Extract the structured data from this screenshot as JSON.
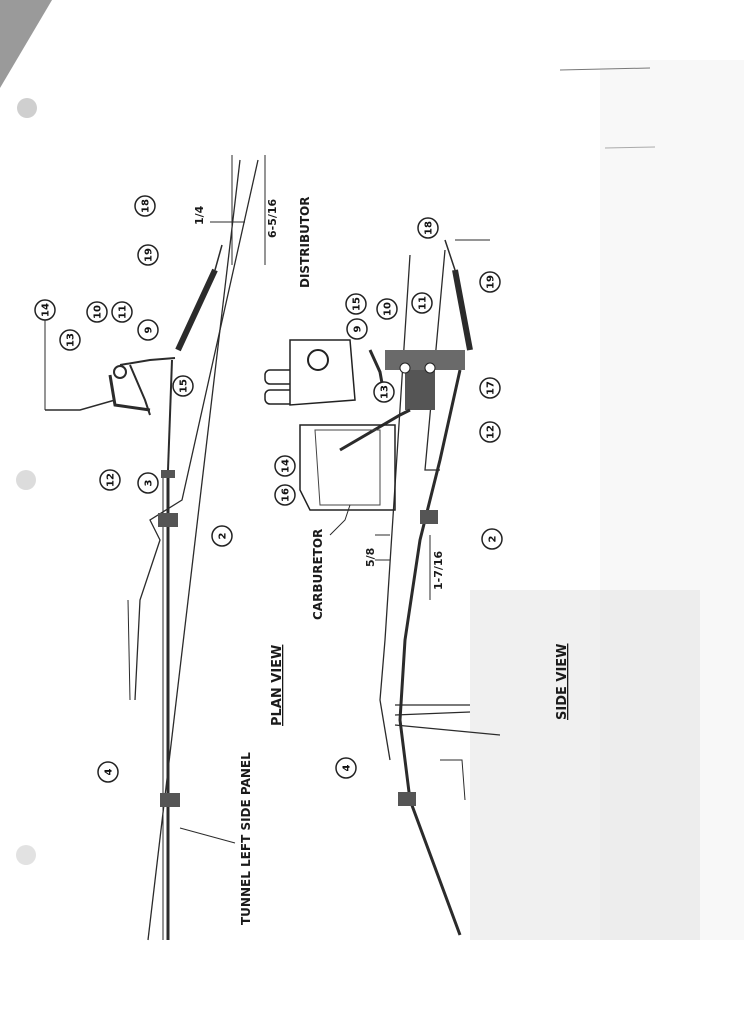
{
  "views": {
    "plan": "PLAN VIEW",
    "side": "SIDE VIEW"
  },
  "labels": {
    "tunnel": "TUNNEL LEFT SIDE PANEL",
    "distributor": "DISTRIBUTOR",
    "carburetor": "CARBURETOR"
  },
  "dimensions": {
    "quarter": "1/4",
    "six_5_16": "6-5/16",
    "five_eighths": "5/8",
    "one_7_16": "1-7/16"
  },
  "callouts": {
    "plan": [
      "14",
      "13",
      "10",
      "11",
      "9",
      "19",
      "18",
      "15",
      "12",
      "3",
      "2",
      "4"
    ],
    "side": [
      "15",
      "9",
      "10",
      "11",
      "18",
      "19",
      "17",
      "12",
      "13",
      "14",
      "16",
      "2",
      "4"
    ]
  },
  "colors": {
    "ink": "#2b2b2b",
    "paper": "#ffffff",
    "scan_shadow": "#d9d9d9"
  }
}
